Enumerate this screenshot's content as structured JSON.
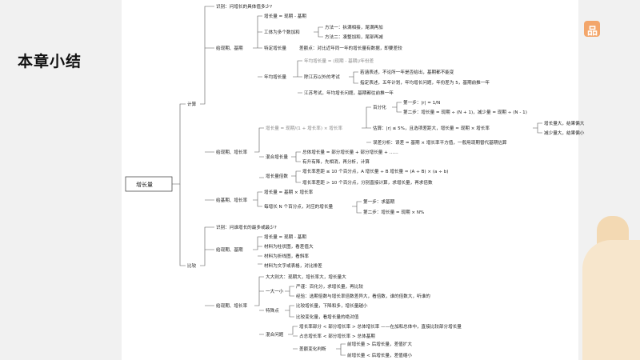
{
  "chapter_title": "本章小结",
  "deco_glyph": "品",
  "root": "增长量",
  "calc": {
    "label": "计算",
    "q": "识别：问增长的具体值多少?",
    "given_base": {
      "label": "给现期、基期",
      "formula": "增长量 = 现期 - 基期",
      "multi": "工体为多个数加和",
      "m1": "方法一：拆满相接，尾满再加",
      "m2": "方法二：凑整加和，尾部再减",
      "special": "特定增长量",
      "special_t": "差额点：对比近年同一年的增长量有数据，即要差较",
      "annual": "年均增长量",
      "annual_f": "年均增长量 = (现期 - 基期)/年份差",
      "except": "除江苏以外的考试",
      "e1": "若涵表述，不论所一年是否给出，基期都不能变",
      "e2": "指定表述，五年计划，年均增长问题，年份差为 5，基期前推一年",
      "js": "江苏考试，年均增长问题，基期都往前推一年"
    },
    "given_rate": {
      "label": "给现期、增长率",
      "formula": "增长量 = 现期/(1 + 增长率) × 增长率",
      "pct": "百分化",
      "s1": "第一步：|r| = 1/N",
      "s2": "第二步：增长量 = 现期 ÷ (N + 1)，减少量 = 现期 ÷ (N - 1)",
      "estimate": "估算：|r| ≤ 5%，且选项差距大，增长量 ≈ 现期 × 增长率",
      "same_inc": "增长量大，结果偏大",
      "same_dec": "减少量大，结果偏小",
      "err": "误差分析：误差 = 基期 × 增长率平方值，一般用现期替代基期估算",
      "mixed": "混合增长量",
      "mx1": "总体增长量 = 部分增长量 + 部分增长量 + ……",
      "mx2": "有升有降，先相消，再分析，计算",
      "compare": "增长量倍数",
      "c1": "增长率差距 ≤ 10 个百分点，A 增长量 ÷ B 增长量 ≈ (A ÷ B) × (a ÷ b)",
      "c2": "增长率差距 > 10 个百分点，分别直接计算，求增长量，再求倍数"
    },
    "given_base_rate": {
      "label": "给基期、增长率",
      "f": "增长量 = 基期 × 增长率",
      "nth": "每增长 N 个百分点，对应的增长量",
      "n1": "第一步：求基期",
      "n2": "第二步：增长量 = 现期 × N%"
    }
  },
  "compare": {
    "label": "比较",
    "q": "识别：问谁增长的最多或最少?",
    "given_base": {
      "label": "给现期、基期",
      "f": "增长量 = 现期 - 基期",
      "t1": "材料为柱状图，看差值大",
      "t2": "材料为折线图，看斜率",
      "t3": "材料为文字或表格，对比排差"
    },
    "given_rate": {
      "label": "给现期、增长率",
      "big": "大大则大：现期大，增长率大，增长量大",
      "one": "一大一小",
      "o1": "严谨：百化分，求增长量，再比较",
      "o2": "经验：选期倍数与增长率倍数差异大，看倍数，谁的倍数大，听谁的",
      "special": "特殊点",
      "sp1": "比较增长量，下降和多，增长量越小",
      "sp2": "比较变化量，看增长量的绝对值",
      "ratio": "混合问题",
      "r1": "增长率部分 < 部分增长率 > 总体增长率 ——在加和总体中，直接比较部分增长量",
      "r2": "占总增长率 < 部分增长率 > 总体基期",
      "r3": "差额变化判断",
      "r3a": "前增长量 > 后增长量，差值扩大",
      "r3b": "前增长量 < 后增长量，差值缩小"
    }
  }
}
